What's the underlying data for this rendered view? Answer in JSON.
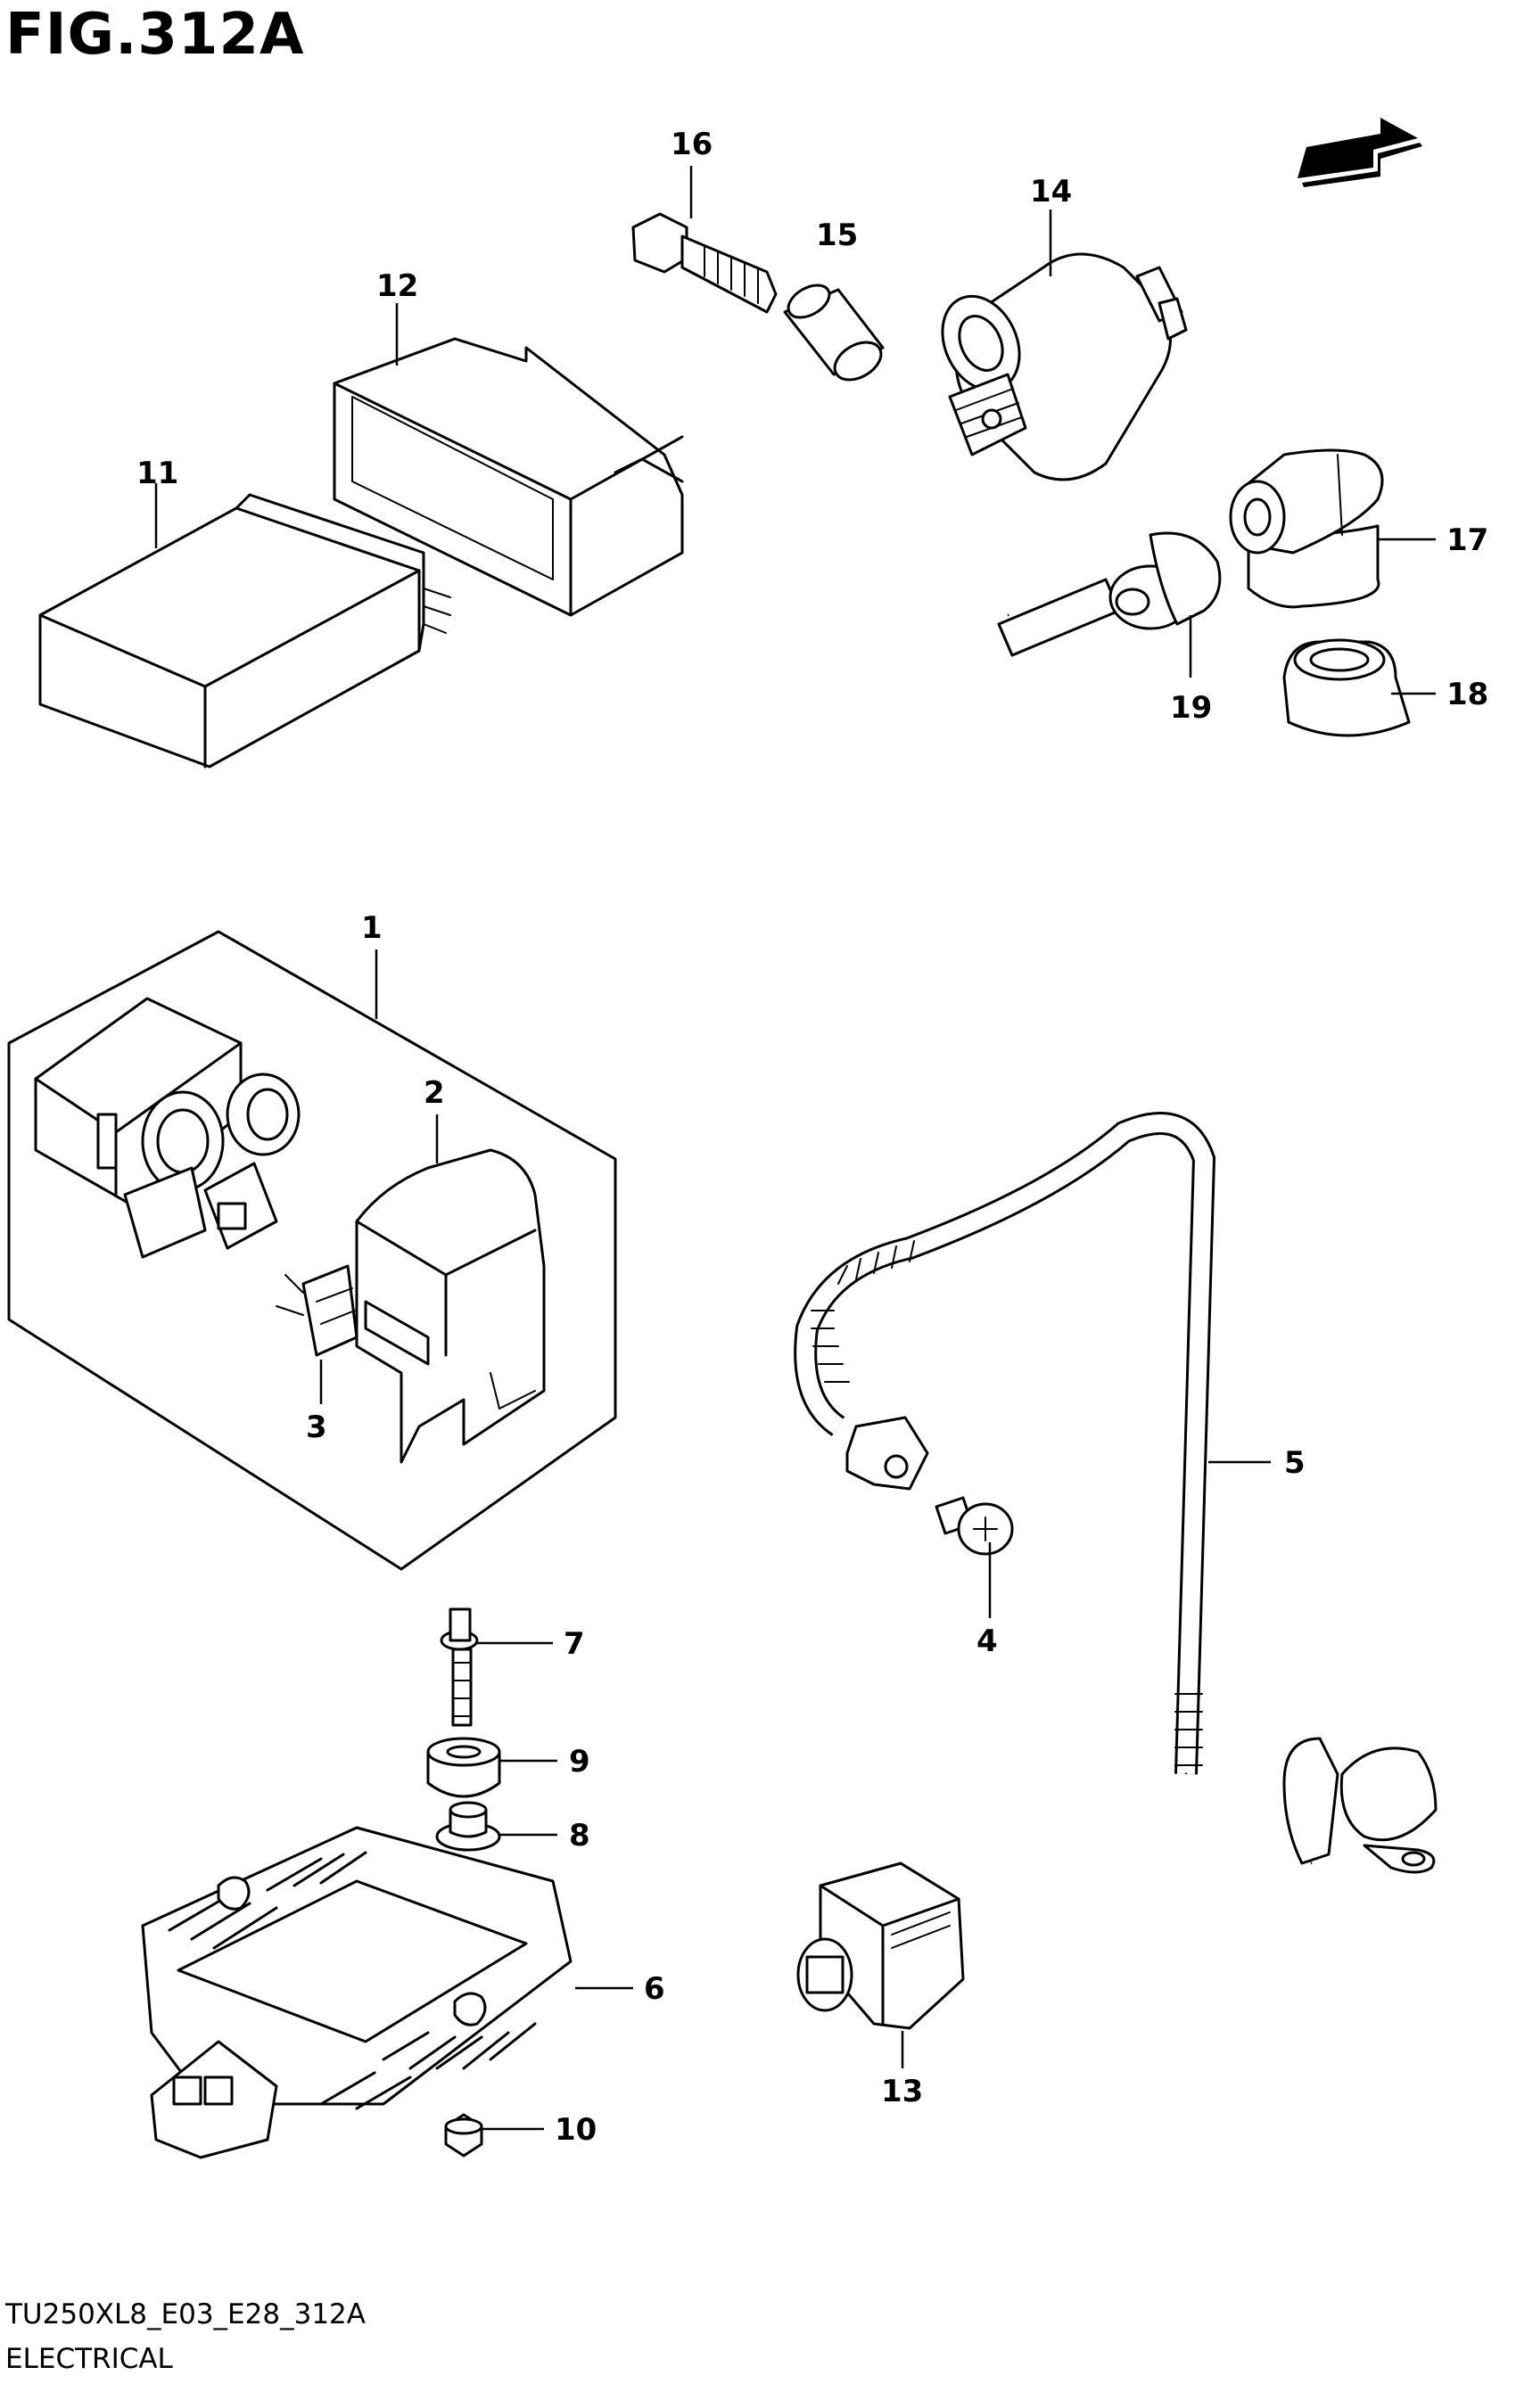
{
  "figure": {
    "title": "FIG.312A",
    "code": "TU250XL8_E03_E28_312A",
    "name": "ELECTRICAL"
  },
  "fwd_label": "FWD",
  "callouts": {
    "c1": "1",
    "c2": "2",
    "c3": "3",
    "c4": "4",
    "c5": "5",
    "c6": "6",
    "c7": "7",
    "c8": "8",
    "c9": "9",
    "c10": "10",
    "c11": "11",
    "c12": "12",
    "c13": "13",
    "c14": "14",
    "c15": "15",
    "c16": "16",
    "c17": "17",
    "c18": "18",
    "c19": "19"
  }
}
